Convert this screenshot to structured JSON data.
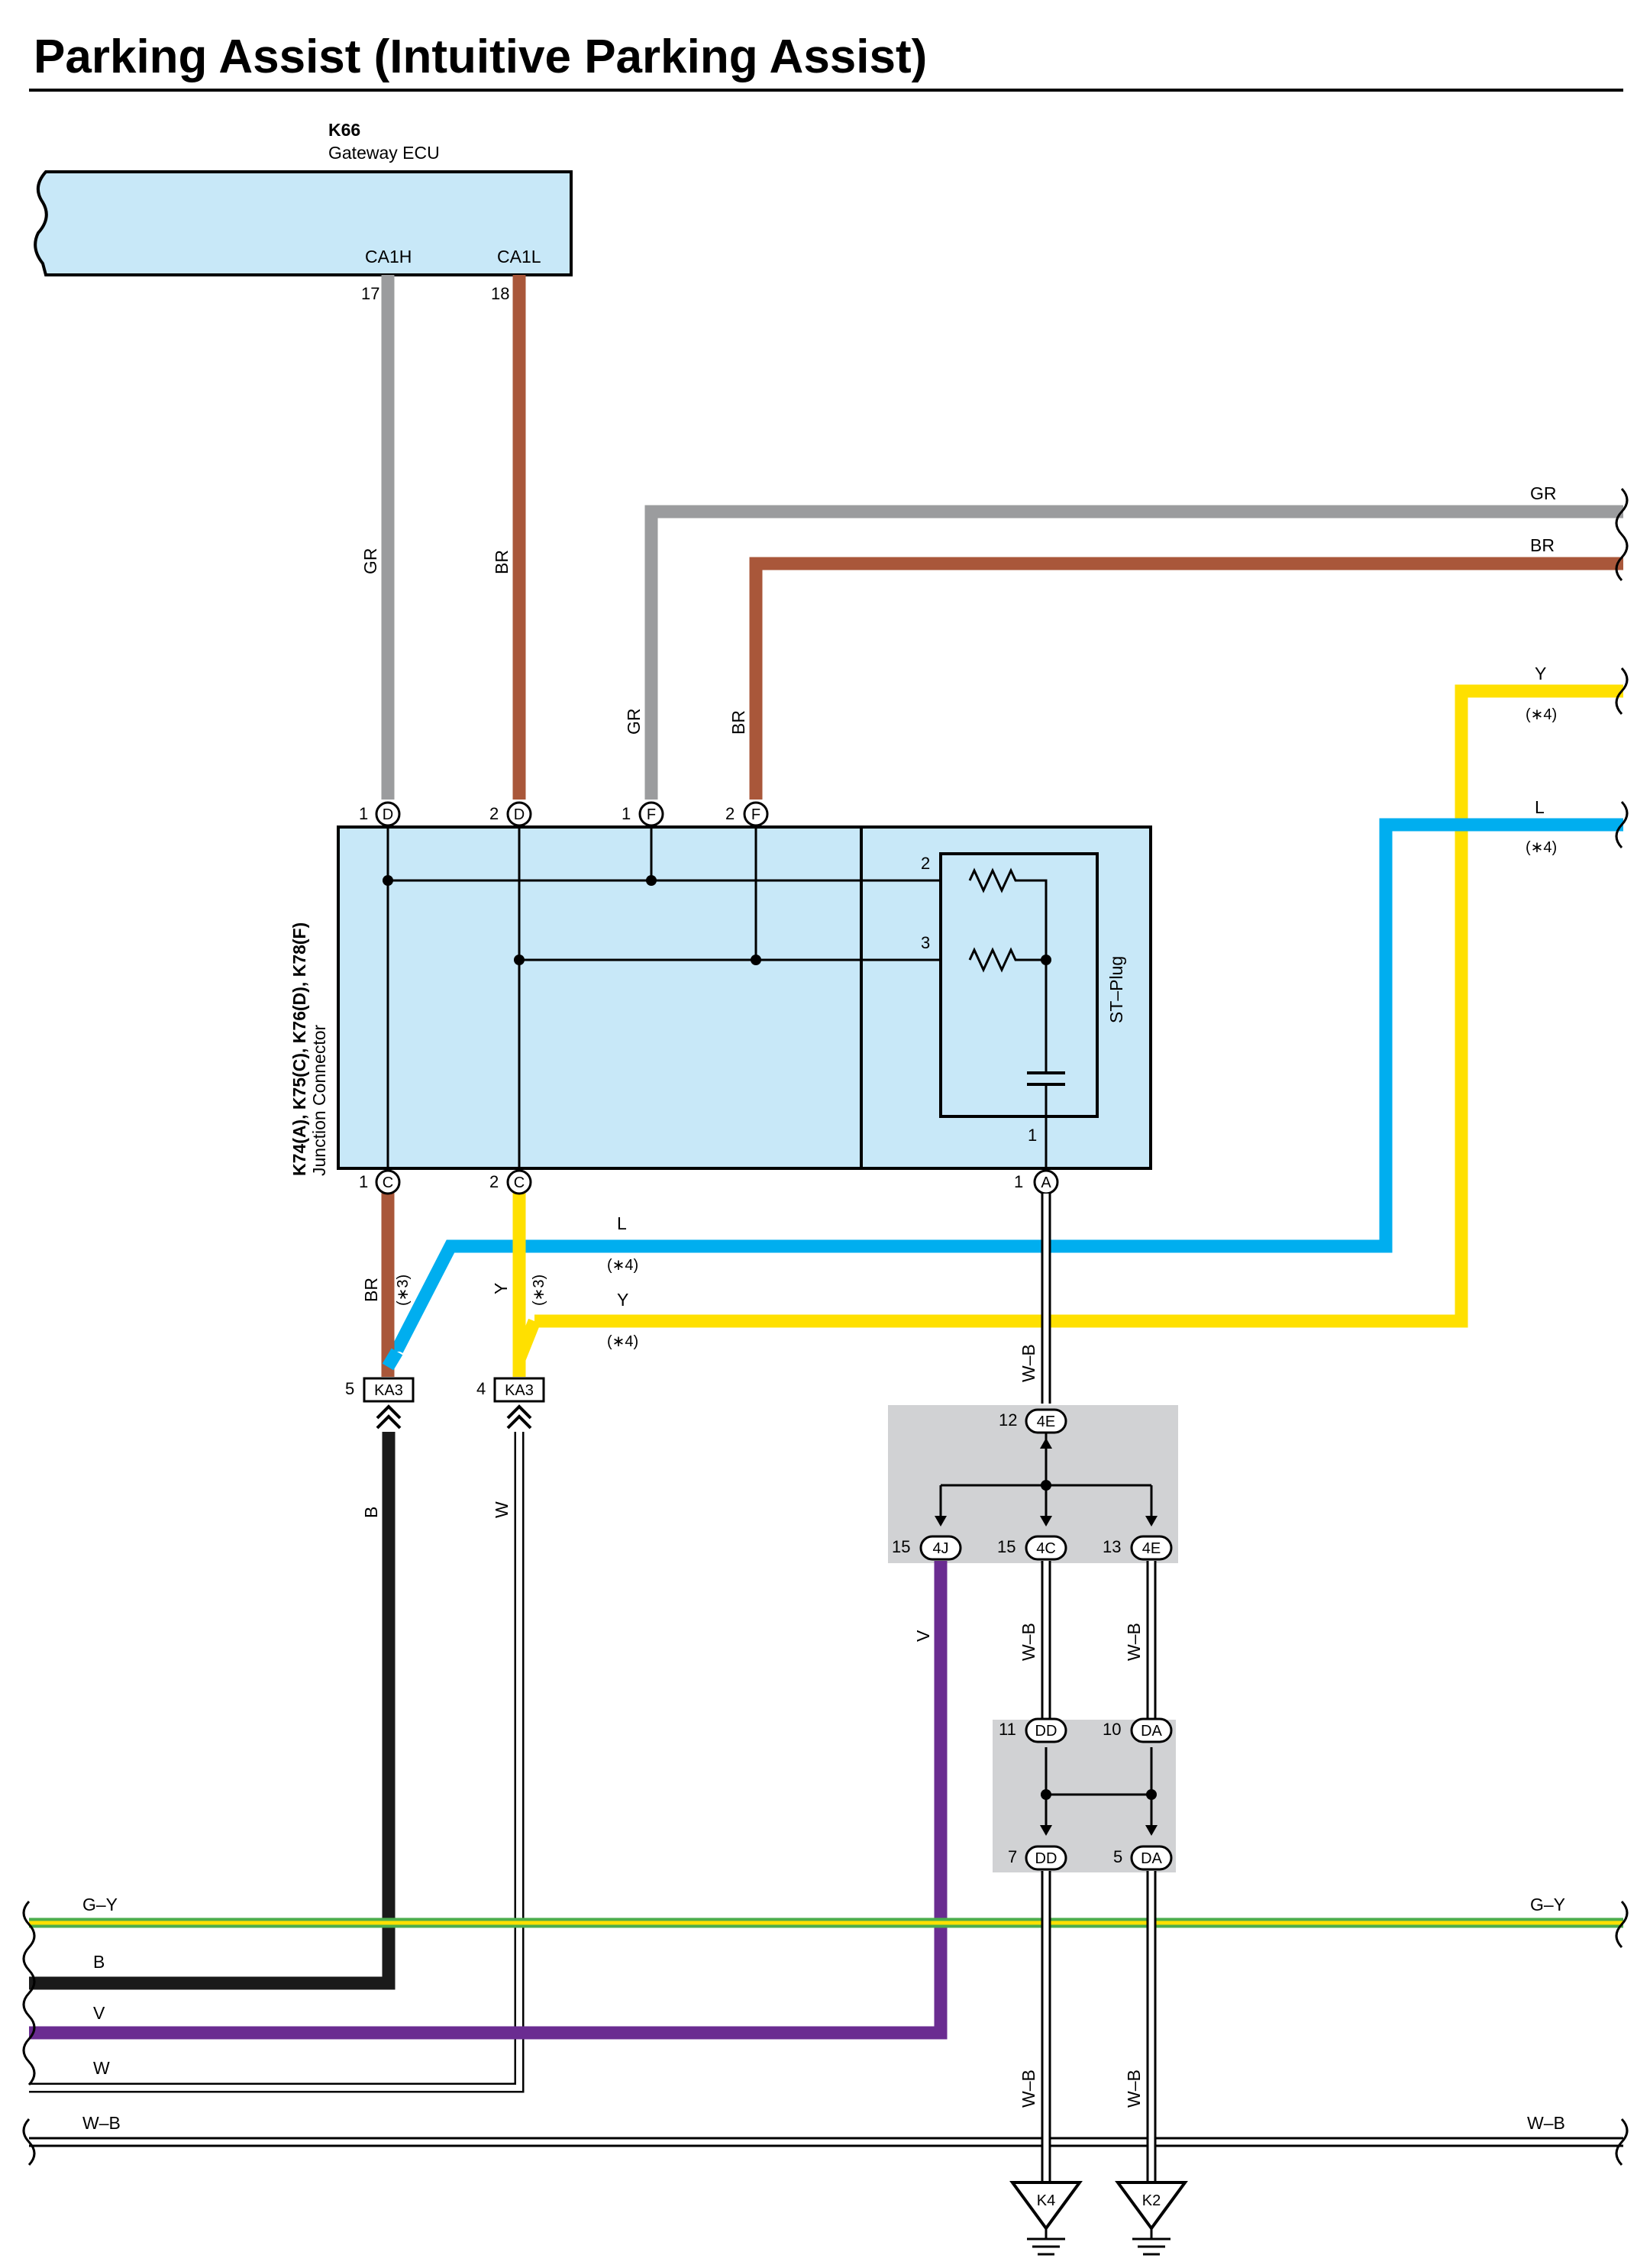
{
  "title": "Parking Assist (Intuitive Parking Assist)",
  "ecu": {
    "code": "K66",
    "name": "Gateway ECU",
    "pin_ca1h": "CA1H",
    "pin_ca1l": "CA1L",
    "num_17": "17",
    "num_18": "18"
  },
  "junction": {
    "codes": "K74(A), K75(C), K76(D), K78(F)",
    "name": "Junction Connector"
  },
  "st_plug": {
    "label": "ST–Plug",
    "pin2": "2",
    "pin3": "3",
    "pin1": "1"
  },
  "pins": {
    "d1n": "1",
    "d1": "D",
    "d2n": "2",
    "d2": "D",
    "f1n": "1",
    "f1": "F",
    "f2n": "2",
    "f2": "F",
    "c1n": "1",
    "c1": "C",
    "c2n": "2",
    "c2": "C",
    "a1n": "1",
    "a1": "A"
  },
  "ka3": {
    "code": "KA3",
    "pin5": "5",
    "pin4": "4"
  },
  "splice_top": {
    "p12n": "12",
    "p12": "4E",
    "p15an": "15",
    "p15a": "4J",
    "p15bn": "15",
    "p15b": "4C",
    "p13n": "13",
    "p13": "4E"
  },
  "splice_bottom": {
    "p11n": "11",
    "p11": "DD",
    "p10n": "10",
    "p10": "DA",
    "p7n": "7",
    "p7": "DD",
    "p5n": "5",
    "p5": "DA"
  },
  "wires": {
    "gr": "GR",
    "br": "BR",
    "y": "Y",
    "l": "L",
    "b": "B",
    "w": "W",
    "v": "V",
    "wb": "W–B",
    "gy": "G–Y",
    "note3": "(∗3)",
    "note4": "(∗4)"
  },
  "grounds": {
    "k4": "K4",
    "k2": "K2"
  },
  "colors": {
    "gray": "#9b9c9e",
    "brown": "#a9573a",
    "yellow": "#ffe000",
    "blue": "#00aeef",
    "black": "#1a1a1a",
    "purple": "#6a2c91",
    "green": "#4cae4c",
    "box_fill": "#c8e8f8",
    "splice_fill": "#d1d2d4"
  }
}
